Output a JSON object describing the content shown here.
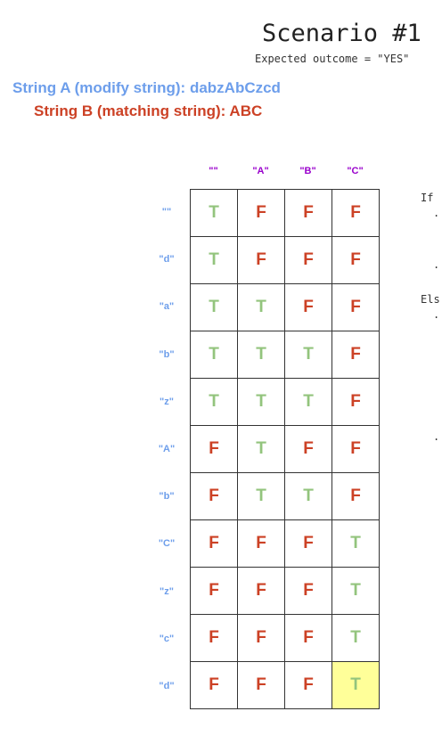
{
  "header": {
    "title": "Scenario #1",
    "subtitle": "Expected outcome = \"YES\""
  },
  "strings": {
    "a_label": "String A (modify string): dabzAbCzcd",
    "b_label": "String B (matching string): ABC"
  },
  "table": {
    "col_headers": [
      "\"\"",
      "\"A\"",
      "\"B\"",
      "\"C\""
    ],
    "row_headers": [
      "\"\"",
      "\"d\"",
      "\"a\"",
      "\"b\"",
      "\"z\"",
      "\"A\"",
      "\"b\"",
      "\"C\"",
      "\"z\"",
      "\"c\"",
      "\"d\""
    ],
    "rows": [
      [
        "T",
        "F",
        "F",
        "F"
      ],
      [
        "T",
        "F",
        "F",
        "F"
      ],
      [
        "T",
        "T",
        "F",
        "F"
      ],
      [
        "T",
        "T",
        "T",
        "F"
      ],
      [
        "T",
        "T",
        "T",
        "F"
      ],
      [
        "F",
        "T",
        "F",
        "F"
      ],
      [
        "F",
        "T",
        "T",
        "F"
      ],
      [
        "F",
        "F",
        "F",
        "T"
      ],
      [
        "F",
        "F",
        "F",
        "T"
      ],
      [
        "F",
        "F",
        "F",
        "T"
      ],
      [
        "F",
        "F",
        "F",
        "T"
      ]
    ],
    "highlight": {
      "row": 10,
      "col": 3,
      "color": "#ffff99"
    }
  },
  "side_notes": {
    "if_label": "If",
    "else_label": "Els",
    "bullet": "."
  },
  "colors": {
    "true": "#93c47d",
    "false": "#cc4125",
    "string_a": "#6d9eeb",
    "string_b": "#cc4125",
    "col_header": "#9900cc"
  }
}
